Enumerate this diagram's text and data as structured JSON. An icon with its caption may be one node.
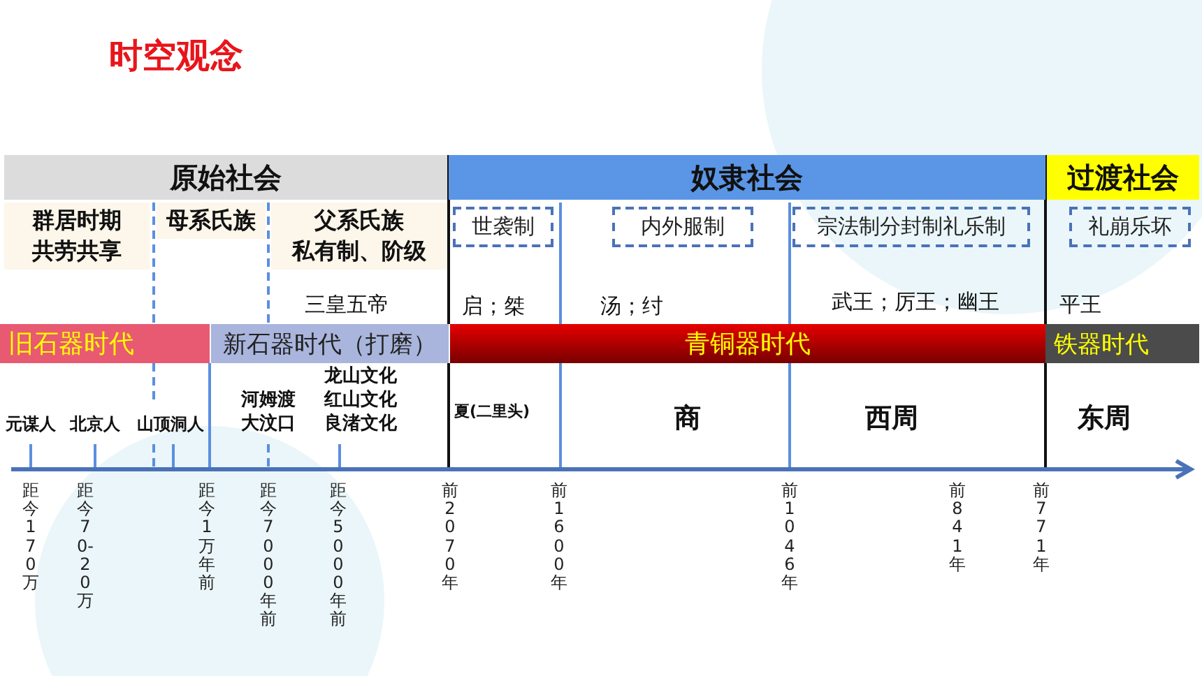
{
  "diagram": {
    "title": "时空观念",
    "nodes": [
      {
        "text": [
          "原始社会"
        ]
      },
      {
        "text": [
          "奴隶社会"
        ]
      },
      {
        "text": [
          "过渡社会"
        ]
      },
      {
        "text": [
          "群居时期",
          "共劳共享"
        ]
      },
      {
        "text": [
          "母系氏族"
        ]
      },
      {
        "text": [
          "父系氏族",
          "私有制、阶级"
        ]
      },
      {
        "text": [
          "世袭制"
        ]
      },
      {
        "text": [
          "内外服制"
        ]
      },
      {
        "text": [
          "宗法制分封制礼乐制"
        ]
      },
      {
        "text": [
          "礼崩乐坏"
        ]
      },
      {
        "text": [
          "旧石器时代"
        ]
      },
      {
        "text": [
          "新石器时代（打磨）"
        ]
      },
      {
        "text": [
          "青铜器时代"
        ]
      },
      {
        "text": [
          "铁器时代"
        ]
      }
    ],
    "labels": [
      "三皇五帝",
      "启；桀",
      "汤；纣",
      "武王；厉王；幽王",
      "平王",
      "元谋人",
      "北京人",
      "山顶洞人",
      "河姆渡",
      "大汶口",
      "龙山文化",
      "红山文化",
      "良渚文化",
      "夏(二里头)",
      "商",
      "西周",
      "东周",
      "距今170万",
      "距今70-20万",
      "距今1万年前",
      "距今7000年前",
      "距今5000年前",
      "前2070年",
      "前1600年",
      "前1046年",
      "前841年",
      "前771年"
    ]
  }
}
